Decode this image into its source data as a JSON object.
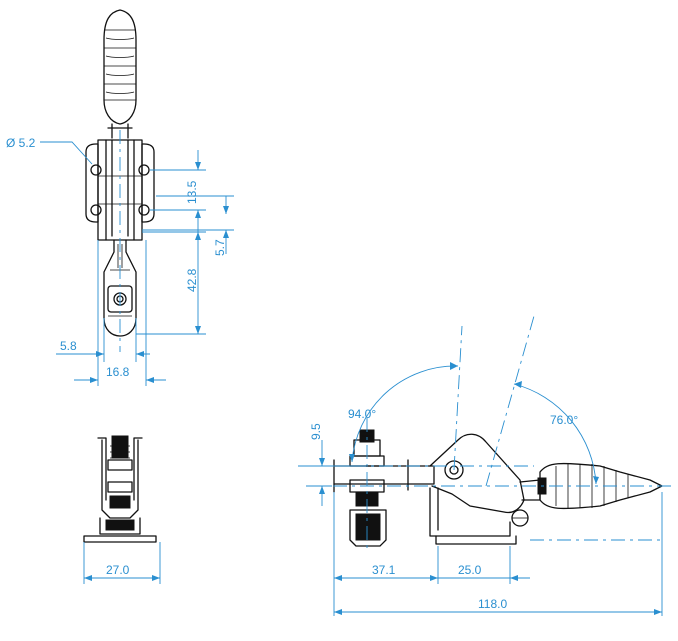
{
  "dimensions": {
    "hole_diameter": "Ø 5.2",
    "hole_spacing": "13.5",
    "offset_top": "5.7",
    "arm_length": "42.8",
    "arm_width": "5.8",
    "base_width_top": "16.8",
    "base_width_front": "27.0",
    "spindle_height": "9.5",
    "open_angle": "94.0°",
    "handle_angle": "76.0°",
    "spindle_offset": "37.1",
    "base_length": "25.0",
    "overall_length": "118.0"
  },
  "colors": {
    "dimension": "#2a8fd0",
    "outline": "#111111"
  }
}
